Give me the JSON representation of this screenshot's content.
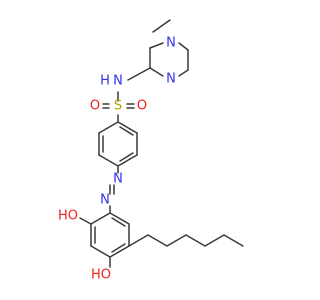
{
  "molecule": {
    "colors": {
      "bond": "#3a3a3a",
      "carbon": "#3a3a3a",
      "nitrogen": "#3131ee",
      "oxygen": "#ee2020",
      "sulfur": "#b5a300"
    },
    "labels": {
      "pyrimidine_n_top": "N",
      "pyrimidine_n_left": "N",
      "amine": "N",
      "amine_h": "H",
      "sulfur": "S",
      "sulfonyl_o_left": "O",
      "sulfonyl_o_right": "O",
      "azo_n_top": "N",
      "azo_n_bottom": "N",
      "hydroxyl_top": "HO",
      "hydroxyl_bottom": "HO"
    }
  }
}
